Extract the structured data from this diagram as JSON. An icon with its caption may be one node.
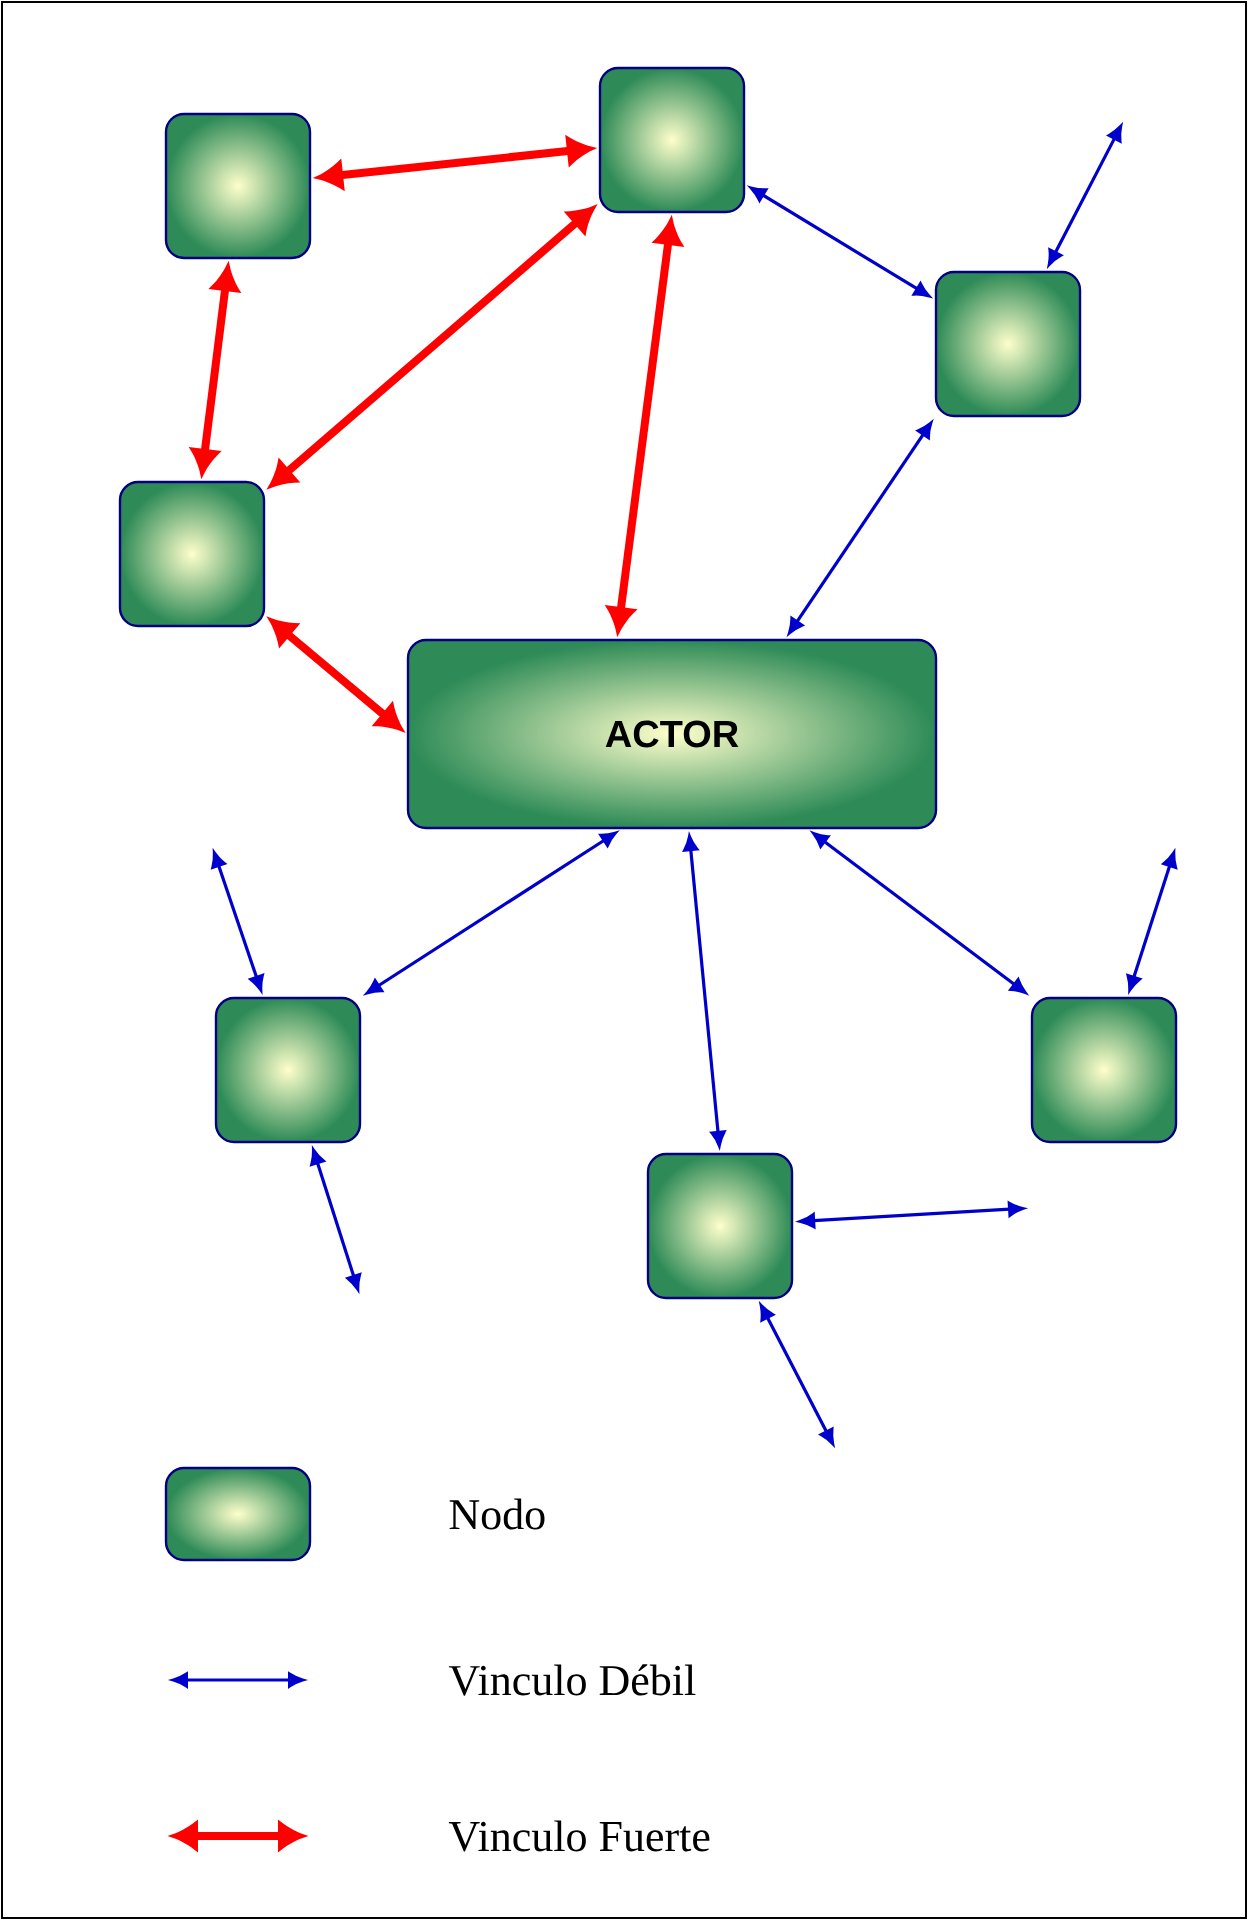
{
  "diagram": {
    "nodes": [
      {
        "text": [],
        "shape": "box"
      },
      {
        "text": [],
        "shape": "box"
      },
      {
        "text": [],
        "shape": "box"
      },
      {
        "text": [],
        "shape": "box"
      },
      {
        "text": [
          "ACTOR"
        ]
      },
      {
        "text": [],
        "shape": "box"
      },
      {
        "text": [],
        "shape": "box"
      },
      {
        "text": [],
        "shape": "box"
      },
      {
        "text": [],
        "shape": "box"
      }
    ],
    "edges": [
      {
        "from": 0,
        "to": 1,
        "arrow": "both",
        "style": "thick",
        "color": "#ff0000"
      },
      {
        "from": 0,
        "to": 3,
        "arrow": "both",
        "style": "thick",
        "color": "#ff0000"
      },
      {
        "from": 1,
        "to": 3,
        "arrow": "both",
        "style": "thick",
        "color": "#ff0000"
      },
      {
        "from": 1,
        "to": 4,
        "arrow": "both",
        "style": "thick",
        "color": "#ff0000"
      },
      {
        "from": 3,
        "to": 4,
        "arrow": "both",
        "style": "thick",
        "color": "#ff0000"
      },
      {
        "from": 1,
        "to": 2,
        "arrow": "both"
      },
      {
        "from": 2,
        "to": 4,
        "arrow": "both"
      },
      {
        "from": 4,
        "to": 5,
        "arrow": "both"
      },
      {
        "from": 4,
        "to": 7,
        "arrow": "both"
      },
      {
        "from": 4,
        "to": 6,
        "arrow": "both"
      },
      {
        "from": 2,
        "to": null,
        "arrow": "both"
      },
      {
        "from": 5,
        "to": null,
        "arrow": "both"
      },
      {
        "from": 5,
        "to": null,
        "arrow": "both"
      },
      {
        "from": 7,
        "to": null,
        "arrow": "both"
      },
      {
        "from": 7,
        "to": null,
        "arrow": "both"
      },
      {
        "from": 6,
        "to": null,
        "arrow": "both"
      }
    ],
    "legend": [
      {
        "text": "Nodo"
      },
      {
        "text": "Vinculo Débil"
      },
      {
        "text": "Vinculo Fuerte"
      }
    ]
  }
}
